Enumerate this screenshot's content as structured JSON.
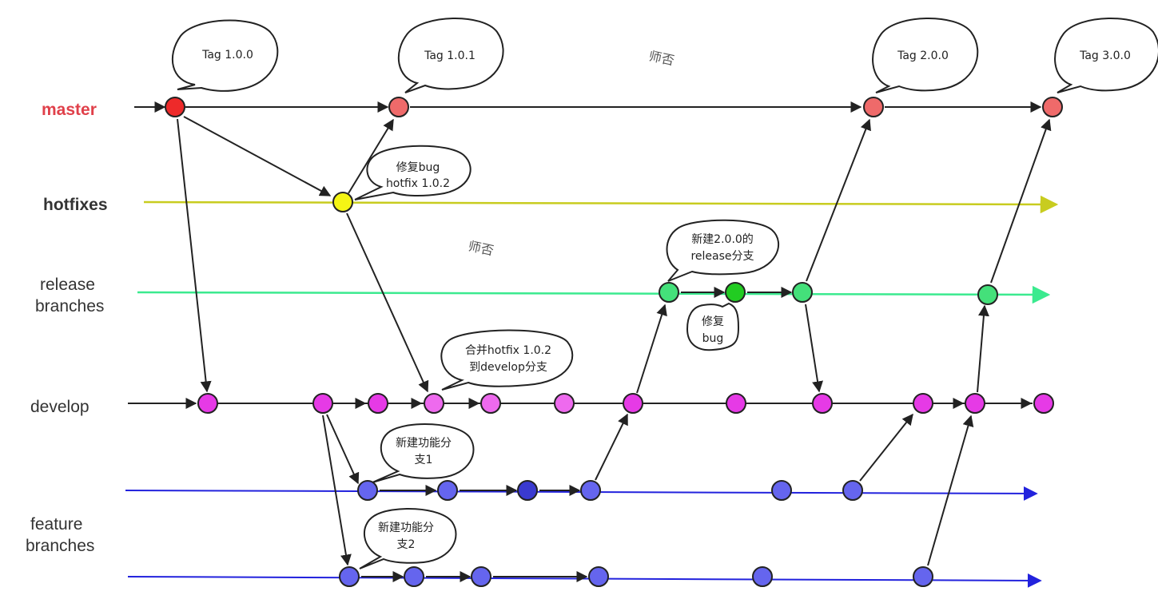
{
  "lanes": {
    "master": {
      "label": "master",
      "color": "#e0404a"
    },
    "hotfixes": {
      "label": "hotfixes",
      "color": "#c8cc1f"
    },
    "release": {
      "label_line1": "release",
      "label_line2": "branches",
      "color": "#3bea8f"
    },
    "develop": {
      "label": "develop",
      "color": "#222222"
    },
    "feature": {
      "label_line1": "feature",
      "label_line2": "branches",
      "color": "#2222dd"
    }
  },
  "bubbles": {
    "tag100": "Tag 1.0.0",
    "tag101": "Tag 1.0.1",
    "tag200": "Tag 2.0.0",
    "tag300": "Tag 3.0.0",
    "hotfix_fix_line1": "修复bug",
    "hotfix_fix_line2": "hotfix 1.0.2",
    "new_release_line1": "新建2.0.0的",
    "new_release_line2": "release分支",
    "release_fix_line1": "修复",
    "release_fix_line2": "bug",
    "merge_hotfix_line1": "合并hotfix 1.0.2",
    "merge_hotfix_line2": "到develop分支",
    "feature1_line1": "新建功能分",
    "feature1_line2": "支1",
    "feature2_line1": "新建功能分",
    "feature2_line2": "支2"
  },
  "watermarks": {
    "top": "师否",
    "middle": "师否"
  },
  "node_colors": {
    "master": "#ef6a6a",
    "master_first": "#ee2a2a",
    "hotfix": "#f5f514",
    "release": "#44e07a",
    "release_dark": "#22cc22",
    "develop": "#e63ae6",
    "develop_light": "#ee6aee",
    "feature": "#6565ee",
    "feature_dark": "#3a3ad0"
  }
}
